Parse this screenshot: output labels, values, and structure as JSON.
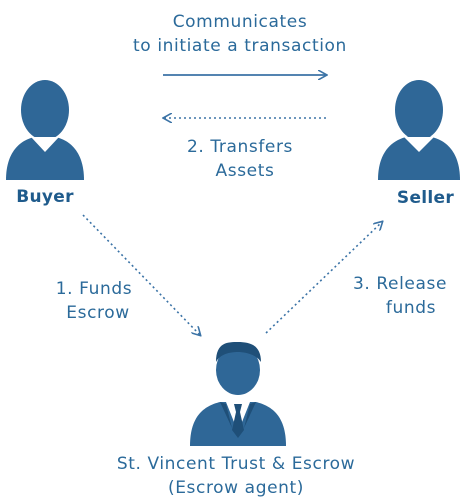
{
  "colors": {
    "primary": "#2b6a9a",
    "person": "#2f6797",
    "arrow": "#3b73a6"
  },
  "top_message": {
    "line1": "Communicates",
    "line2": "to initiate a transaction"
  },
  "transfer": {
    "line1": "2. Transfers",
    "line2": "Assets"
  },
  "buyer": {
    "label": "Buyer",
    "icon": "person-icon"
  },
  "seller": {
    "label": "Seller",
    "icon": "person-icon"
  },
  "funds_escrow": {
    "line1": "1. Funds",
    "line2": "Escrow"
  },
  "release_funds": {
    "line1": "3. Release",
    "line2": "funds"
  },
  "agent": {
    "line1": "St. Vincent Trust & Escrow",
    "line2": "(Escrow agent)",
    "icon": "businessman-icon"
  }
}
